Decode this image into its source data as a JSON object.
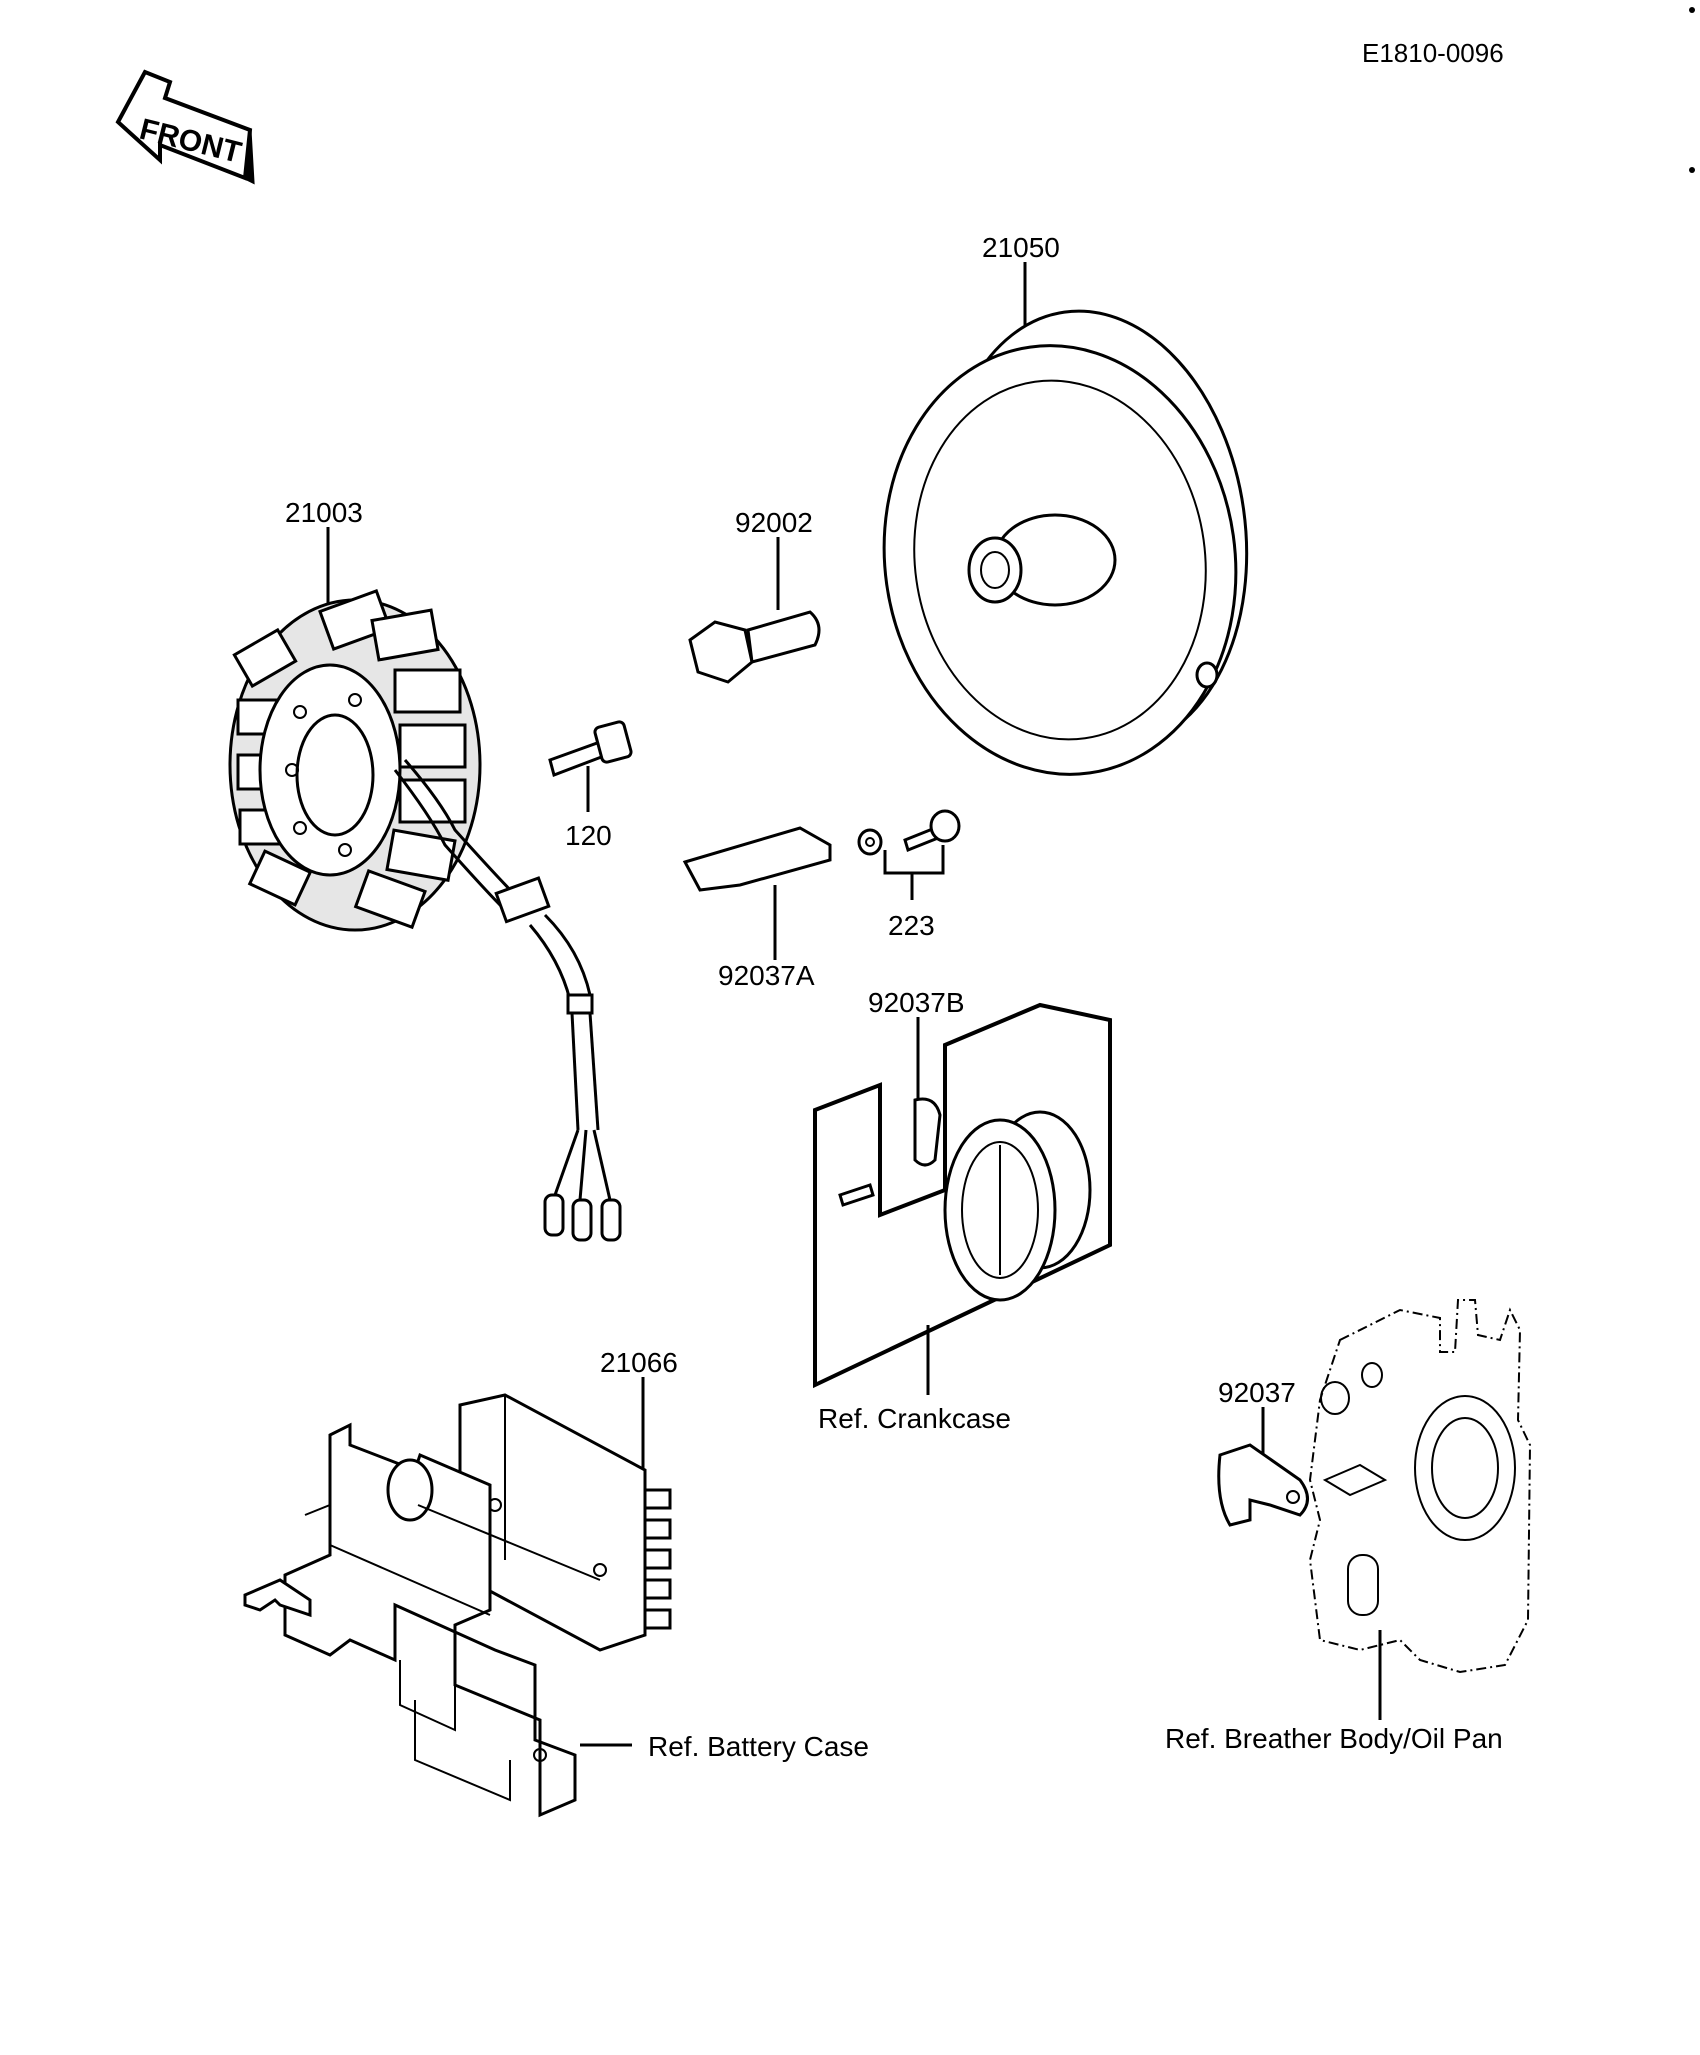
{
  "diagram_id": "E1810-0096",
  "front_label": "FRONT",
  "parts": {
    "flywheel": "21050",
    "stator": "21003",
    "bolt": "92002",
    "screw": "120",
    "clamp_a": "92037A",
    "screw_washer_set": "223",
    "clamp_b": "92037B",
    "regulator": "21066",
    "clamp": "92037"
  },
  "references": {
    "crankcase": "Ref. Crankcase",
    "battery_case": "Ref. Battery Case",
    "breather": "Ref. Breather Body/Oil Pan"
  }
}
